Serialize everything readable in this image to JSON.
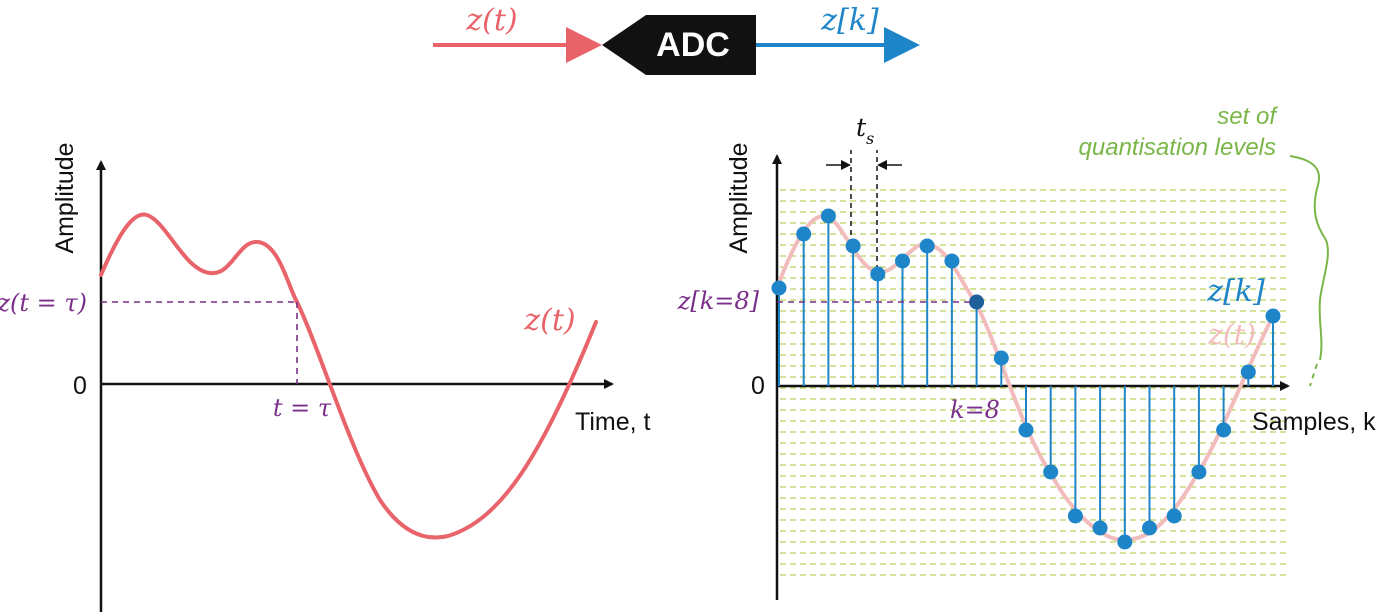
{
  "colors": {
    "analog": "#e8646a",
    "analog_light": "#f2bcbc",
    "digital": "#1e86c8",
    "purple": "#7a2f8a",
    "green": "#7ab648",
    "grid": "#a8c43a",
    "black": "#111111"
  },
  "header": {
    "input_label": "z(t)",
    "adc_label": "ADC",
    "output_label": "z[k]"
  },
  "left_plot": {
    "ylabel": "Amplitude",
    "xlabel": "Time, t",
    "zero_label": "0",
    "point_label_y": "z(t = τ)",
    "point_label_x": "t = τ",
    "curve_label": "z(t)"
  },
  "right_plot": {
    "ylabel": "Amplitude",
    "xlabel": "Samples, k",
    "zero_label": "0",
    "ts_label": "ts",
    "sample_label_y": "z[k=8]",
    "sample_label_x": "k=8",
    "discrete_label": "z[k]",
    "continuous_label": "z(t)",
    "quant_label_line1": "set of",
    "quant_label_line2": "quantisation levels"
  },
  "chart_data": {
    "type": "stem",
    "samples": [
      {
        "k": 0,
        "value": 98
      },
      {
        "k": 1,
        "value": 152
      },
      {
        "k": 2,
        "value": 170
      },
      {
        "k": 3,
        "value": 140
      },
      {
        "k": 4,
        "value": 112
      },
      {
        "k": 5,
        "value": 125
      },
      {
        "k": 6,
        "value": 140
      },
      {
        "k": 7,
        "value": 125
      },
      {
        "k": 8,
        "value": 84
      },
      {
        "k": 9,
        "value": 28
      },
      {
        "k": 10,
        "value": -44
      },
      {
        "k": 11,
        "value": -86
      },
      {
        "k": 12,
        "value": -130
      },
      {
        "k": 13,
        "value": -142
      },
      {
        "k": 14,
        "value": -156
      },
      {
        "k": 15,
        "value": -142
      },
      {
        "k": 16,
        "value": -130
      },
      {
        "k": 17,
        "value": -86
      },
      {
        "k": 18,
        "value": -44
      },
      {
        "k": 19,
        "value": 14
      },
      {
        "k": 20,
        "value": 70
      }
    ]
  }
}
